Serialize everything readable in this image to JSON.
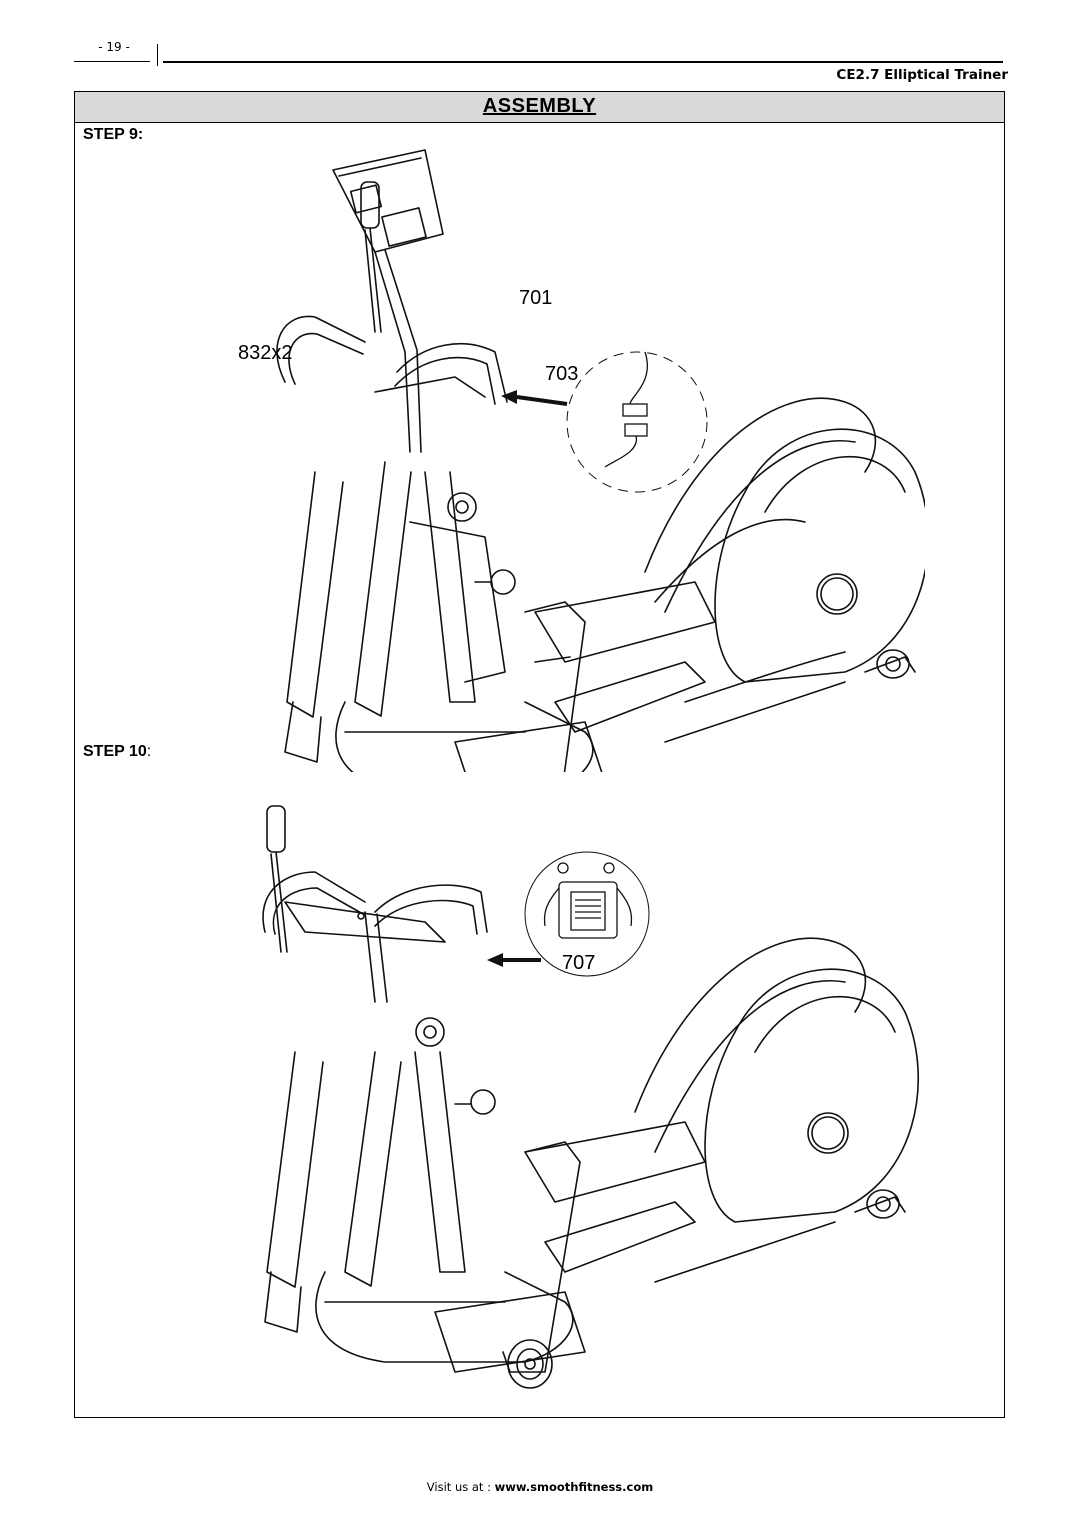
{
  "header": {
    "page_number": "- 19 -",
    "doc_title": "CE2.7 Elliptical Trainer"
  },
  "section": {
    "title": "ASSEMBLY"
  },
  "steps": [
    {
      "label": "STEP 9",
      "separator": ":",
      "callouts": {
        "qty": "832x2",
        "part_a": "701",
        "part_b": "703"
      }
    },
    {
      "label": "STEP 10",
      "separator": ":",
      "callouts": {
        "part": "707"
      }
    }
  ],
  "footer": {
    "prefix": "Visit us at : ",
    "url": "www.smoothfitness.com"
  }
}
